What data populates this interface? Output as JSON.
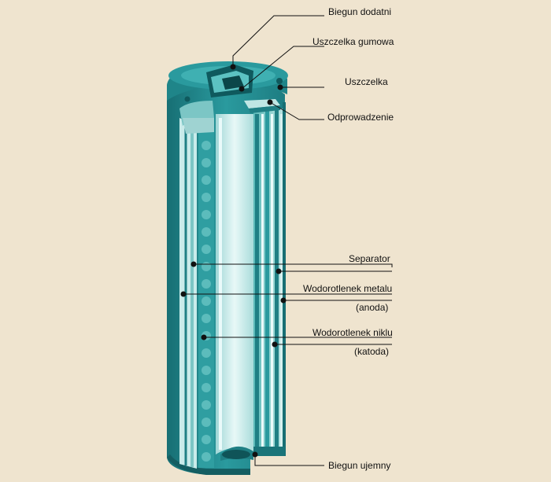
{
  "labels": {
    "biegun_dodatni": "Biegun dodatni",
    "uszczelka_gumowa": "Uszczelka gumowa",
    "uszczelka": "Uszczelka",
    "odprowadzenie": "Odprowadzenie",
    "separator": "Separator",
    "wodorotlenek_metalu": "Wodorotlenek metalu",
    "anoda": "(anoda)",
    "wodorotlenek_niklu": "Wodorotlenek niklu",
    "katoda": "(katoda)",
    "biegun_ujemny": "Biegun ujemny"
  },
  "colors": {
    "background": "#efe4cf",
    "teal_dark": "#1f7f84",
    "teal_mid": "#2f9ea1",
    "teal_light": "#9fd3d2",
    "inner_light": "#cfeeee",
    "leader_line": "#111111"
  }
}
